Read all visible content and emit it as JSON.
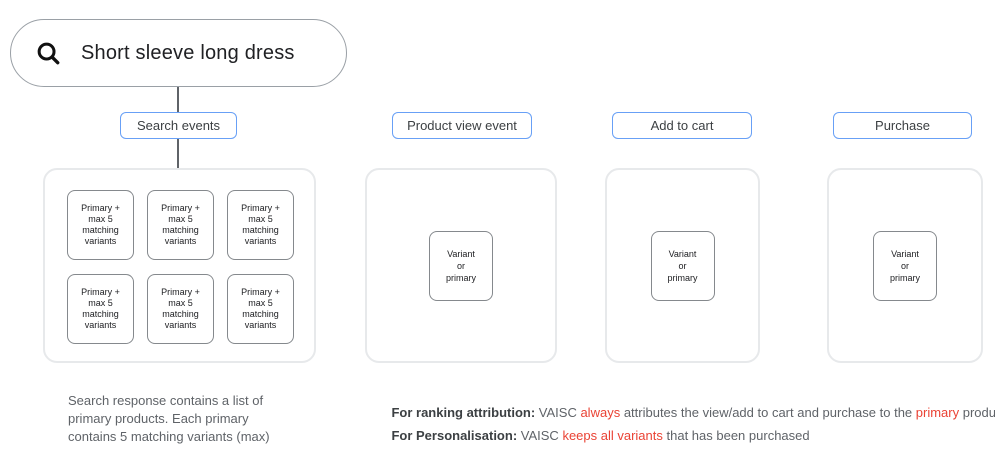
{
  "search_bar": {
    "query": "Short sleeve long dress",
    "icon": "search-icon"
  },
  "chips": {
    "search_events": "Search events",
    "product_view": "Product view event",
    "add_to_cart": "Add to cart",
    "purchase": "Purchase"
  },
  "boxes": {
    "primary_label": "Primary +\nmax 5\nmatching\nvariants",
    "variant_label": "Variant\nor\nprimary"
  },
  "notes": {
    "search_note": "Search response contains a list of\nprimary products. Each primary\ncontains 5 matching variants (max)",
    "ranking": [
      {
        "text": "For ranking attribution:",
        "style": "bold"
      },
      {
        "text": " VAISC ",
        "style": "normal"
      },
      {
        "text": "always",
        "style": "red"
      },
      {
        "text": " attributes the view/add to cart and purchase to the ",
        "style": "normal"
      },
      {
        "text": "primary",
        "style": "red"
      },
      {
        "text": " product.",
        "style": "normal"
      }
    ],
    "personalisation": [
      {
        "text": "For Personalisation:",
        "style": "bold"
      },
      {
        "text": " VAISC ",
        "style": "normal"
      },
      {
        "text": "keeps all variants",
        "style": "red"
      },
      {
        "text": " that has been purchased",
        "style": "normal"
      }
    ]
  },
  "colors": {
    "chip_border": "#68A0F6",
    "container_border": "#E7E9EB",
    "box_border": "#85898D",
    "accent_red": "#EA4335",
    "text_dark": "#202124",
    "text_gray": "#5F6368"
  }
}
